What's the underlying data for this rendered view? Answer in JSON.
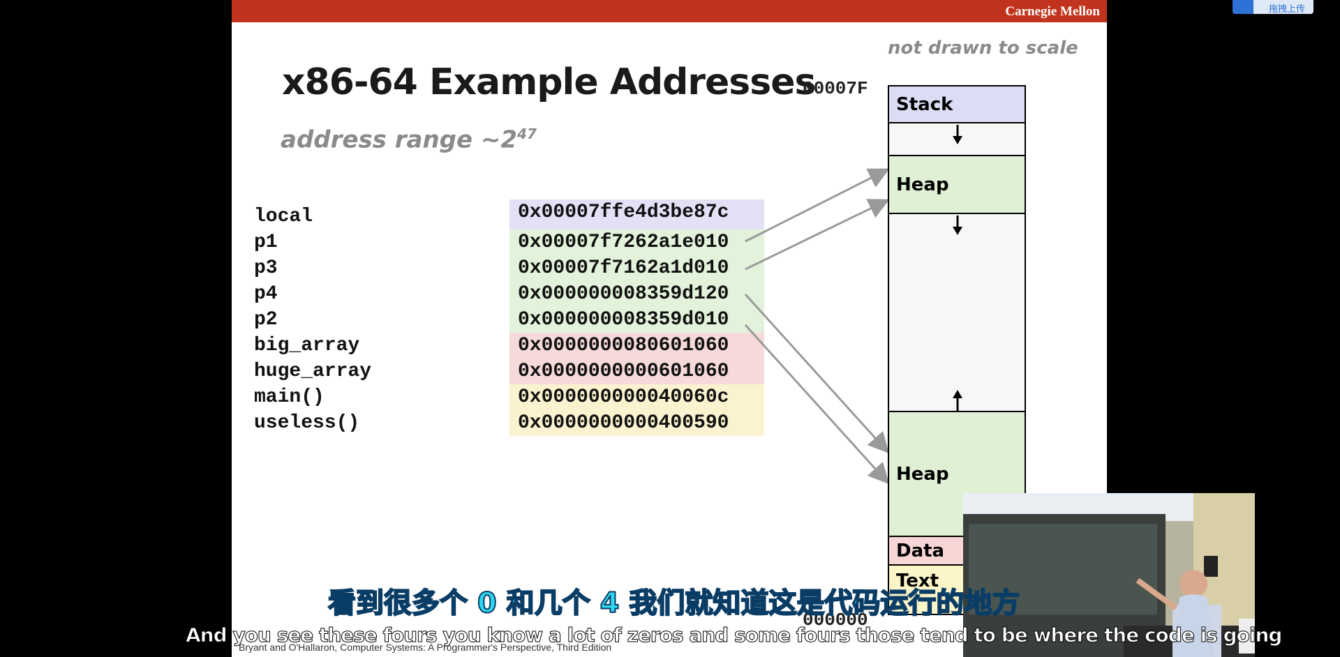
{
  "slide": {
    "header_brand": "Carnegie Mellon",
    "title": "x86-64 Example Addresses",
    "subtitle_text": "address range ~2",
    "subtitle_sup": "47",
    "scale_note": "not drawn to scale",
    "top_address": "00007F",
    "bottom_address": "000000",
    "footer_credit": "Bryant and O'Hallaron, Computer Systems: A Programmer's Perspective, Third Edition",
    "variables": [
      {
        "name": "local",
        "address": "0x00007ffe4d3be87c",
        "color": "#e2e1f6"
      },
      {
        "name": "p1",
        "address": "0x00007f7262a1e010",
        "color": "#e3f2da"
      },
      {
        "name": "p3",
        "address": "0x00007f7162a1d010",
        "color": "#e3f2da"
      },
      {
        "name": "p4",
        "address": "0x000000008359d120",
        "color": "#e3f2da"
      },
      {
        "name": "p2",
        "address": "0x000000008359d010",
        "color": "#e3f2da"
      },
      {
        "name": "big_array",
        "address": "0x0000000080601060",
        "color": "#f6d9d9"
      },
      {
        "name": "huge_array",
        "address": "0x0000000000601060",
        "color": "#f6d9d9"
      },
      {
        "name": "main()",
        "address": "0x000000000040060c",
        "color": "#fbf3cf"
      },
      {
        "name": "useless()",
        "address": "0x0000000000400590",
        "color": "#fbf3cf"
      }
    ],
    "memory_segments": {
      "stack": "Stack",
      "heap_top": "Heap",
      "heap_bottom": "Heap",
      "data": "Data",
      "text": "Text"
    },
    "colors": {
      "stack": "#dcdcf4",
      "heap": "#dff0d5",
      "data": "#f9d6d6",
      "text": "#fcf5c8",
      "free": "#f7f7f7",
      "header": "#c1331c"
    }
  },
  "subtitles": {
    "chinese": "看到很多个 0 和几个 4 我们就知道这是代码运行的地方",
    "english": "And you see these fours you know a lot of zeros and some fours those tend to be where the code is going"
  },
  "overlay": {
    "upload_label": "拖拽上传"
  }
}
